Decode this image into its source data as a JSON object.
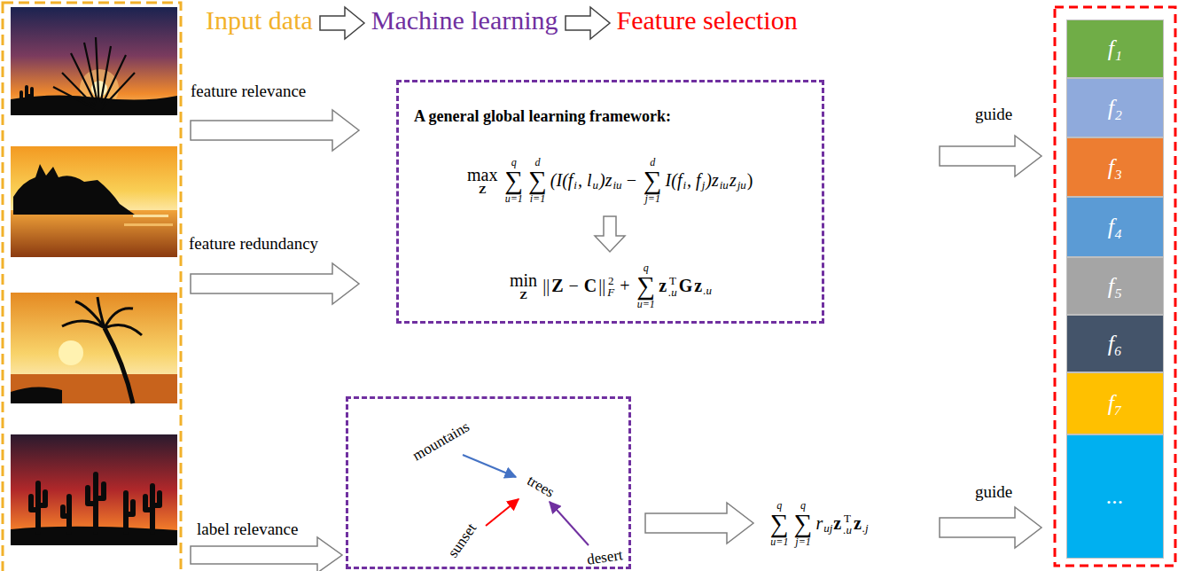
{
  "diagram": {
    "nodes": [
      {
        "text": [
          "A general global learning framework:",
          "max",
          "Z",
          "q",
          "∑",
          "u=1",
          "d",
          "∑",
          "i=1",
          "(I(f",
          "i",
          ", l",
          "u",
          ")z",
          "iu",
          "−",
          "d",
          "∑",
          "j=1",
          "I(f",
          "i",
          ", f",
          "j",
          ")z",
          "iu",
          "z",
          "ju",
          ")",
          "min",
          "Z",
          "||",
          "Z",
          "−",
          "C",
          "||",
          "2",
          "F",
          "+",
          "q",
          "∑",
          "u=1",
          "z",
          "T",
          ".u",
          "G",
          "z",
          ".u"
        ]
      },
      {
        "text": [
          "mountains",
          "trees",
          "sunset",
          "desert"
        ]
      },
      {
        "text": [
          "f₁"
        ]
      },
      {
        "text": [
          "f₂"
        ]
      },
      {
        "text": [
          "f₃"
        ]
      },
      {
        "text": [
          "f₄"
        ]
      },
      {
        "text": [
          "f₅"
        ]
      },
      {
        "text": [
          "f₆"
        ]
      },
      {
        "text": [
          "f₇"
        ]
      },
      {
        "text": [
          "..."
        ]
      }
    ],
    "labels": [
      "Input data",
      "Machine learning",
      "Feature selection",
      "feature relevance",
      "feature redundancy",
      "guide",
      "label relevance",
      "guide",
      "q",
      "∑",
      "u=1",
      "q",
      "∑",
      "j=1",
      "r",
      "uj",
      "z",
      "T",
      ".u",
      "z",
      ".j"
    ]
  }
}
